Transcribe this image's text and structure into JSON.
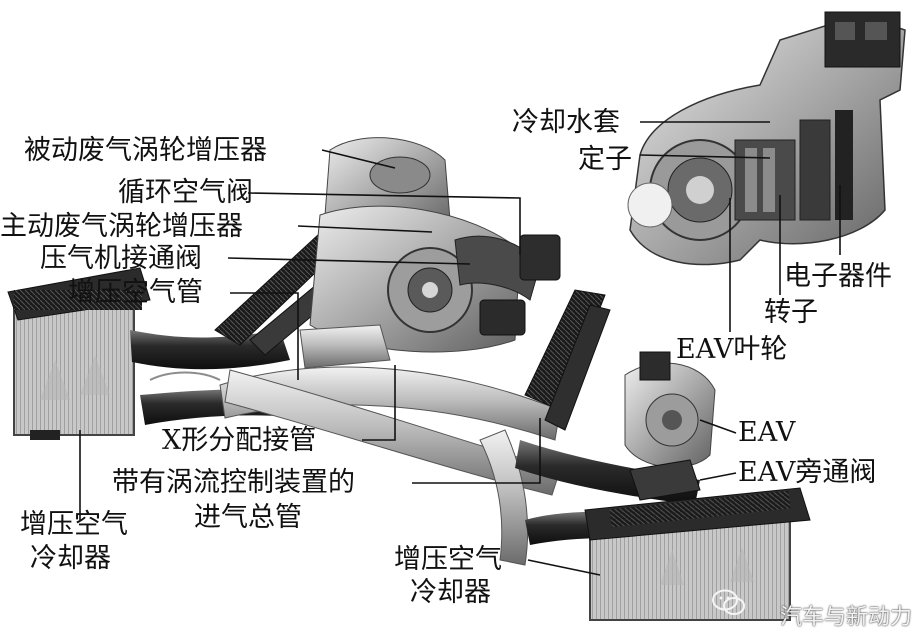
{
  "labels": {
    "passive_turbo": "被动废气涡轮增压器",
    "recirc_valve": "循环空气阀",
    "active_turbo": "主动废气涡轮增压器",
    "compressor_connect_valve": "压气机接通阀",
    "charge_air_pipe": "增压空气管",
    "x_manifold": "X形分配接管",
    "intake_manifold_l1": "带有涡流控制装置的",
    "intake_manifold_l2": "进气总管",
    "intercooler_left_l1": "增压空气",
    "intercooler_left_l2": "冷却器",
    "intercooler_right_l1": "增压空气",
    "intercooler_right_l2": "冷却器",
    "cooling_jacket": "冷却水套",
    "stator": "定子",
    "electronics": "电子器件",
    "rotor": "转子",
    "eav_impeller": "EAV叶轮",
    "eav": "EAV",
    "eav_bypass": "EAV旁通阀"
  },
  "watermark": {
    "text": "汽车与新动力",
    "icon": "wechat-icon"
  },
  "colors": {
    "line": "#111111",
    "metal_light": "#c9c9c9",
    "metal_dark": "#5a5a5a",
    "hose": "#1f1f1f"
  }
}
